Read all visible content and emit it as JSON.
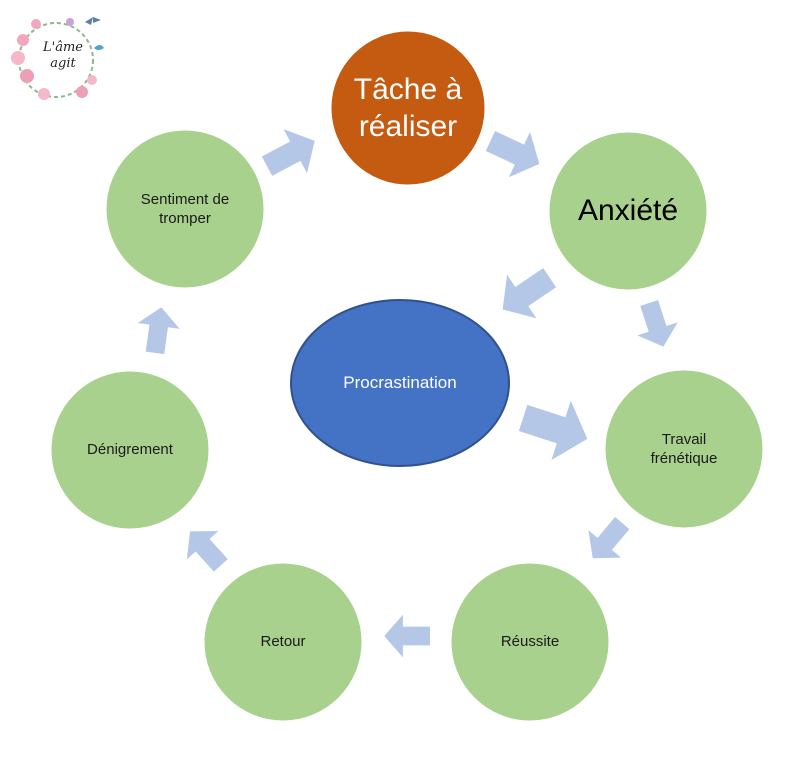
{
  "logo": {
    "text": "L'âme\nagit"
  },
  "colors": {
    "node_green": "#a9d18e",
    "node_orange": "#c55a11",
    "center_blue": "#4472c4",
    "arrow": "#b4c7e7"
  },
  "nodes": {
    "task": "Tâche à\nréaliser",
    "anxiety": "Anxiété",
    "frantic_work": "Travail\nfrénétique",
    "success": "Réussite",
    "feedback": "Retour",
    "denigration": "Dénigrement",
    "feeling": "Sentiment de\ntromper",
    "center": "Procrastination"
  }
}
